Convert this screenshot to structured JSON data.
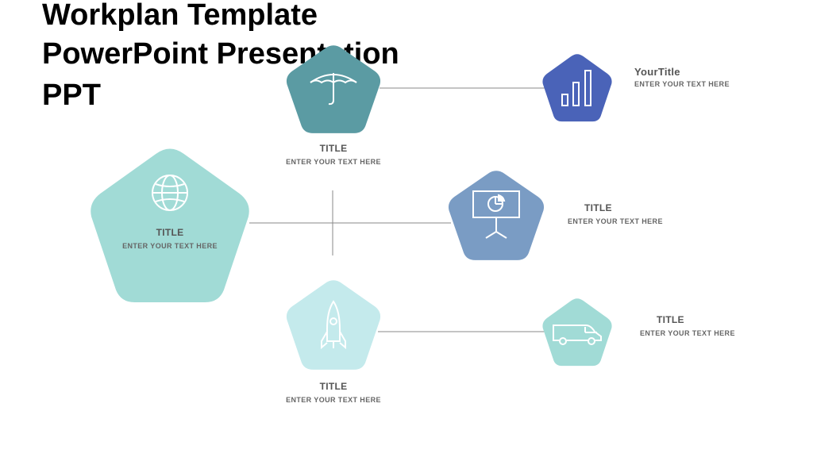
{
  "slide": {
    "title_lines": [
      "Workplan Template",
      "PowerPoint Presentation",
      "PPT"
    ]
  },
  "nodes": {
    "center": {
      "title": "TITLE",
      "subtitle": "ENTER YOUR TEXT HERE",
      "icon": "globe-icon",
      "color": "#a1dbd6"
    },
    "top": {
      "title": "TITLE",
      "subtitle": "ENTER YOUR TEXT HERE",
      "icon": "umbrella-icon",
      "color": "#5b9ba3"
    },
    "middle": {
      "title": "TITLE",
      "subtitle": "ENTER YOUR TEXT HERE",
      "icon": "presentation-board-icon",
      "color": "#7a9cc4"
    },
    "bottom": {
      "title": "TITLE",
      "subtitle": "ENTER YOUR TEXT HERE",
      "icon": "rocket-icon",
      "color": "#c4eaec"
    },
    "top_right": {
      "title": "YourTitle",
      "subtitle": "ENTER YOUR TEXT HERE",
      "icon": "bar-chart-icon",
      "color": "#4a63b8"
    },
    "bottom_right": {
      "title": "TITLE",
      "subtitle": "ENTER YOUR TEXT HERE",
      "icon": "van-icon",
      "color": "#a1dbd6"
    }
  }
}
